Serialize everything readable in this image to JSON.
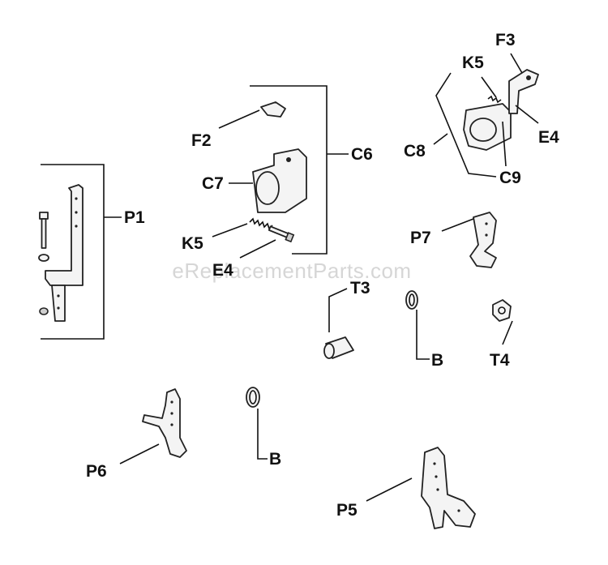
{
  "watermark": "eReplacementParts.com",
  "labels": {
    "P1": "P1",
    "F2": "F2",
    "C7": "C7",
    "C6": "C6",
    "K5_left": "K5",
    "E4_left": "E4",
    "F3": "F3",
    "K5_right": "K5",
    "C8": "C8",
    "E4_right": "E4",
    "C9": "C9",
    "P7": "P7",
    "T3": "T3",
    "B_upper": "B",
    "T4": "T4",
    "P6": "P6",
    "B_lower": "B",
    "P5": "P5"
  }
}
